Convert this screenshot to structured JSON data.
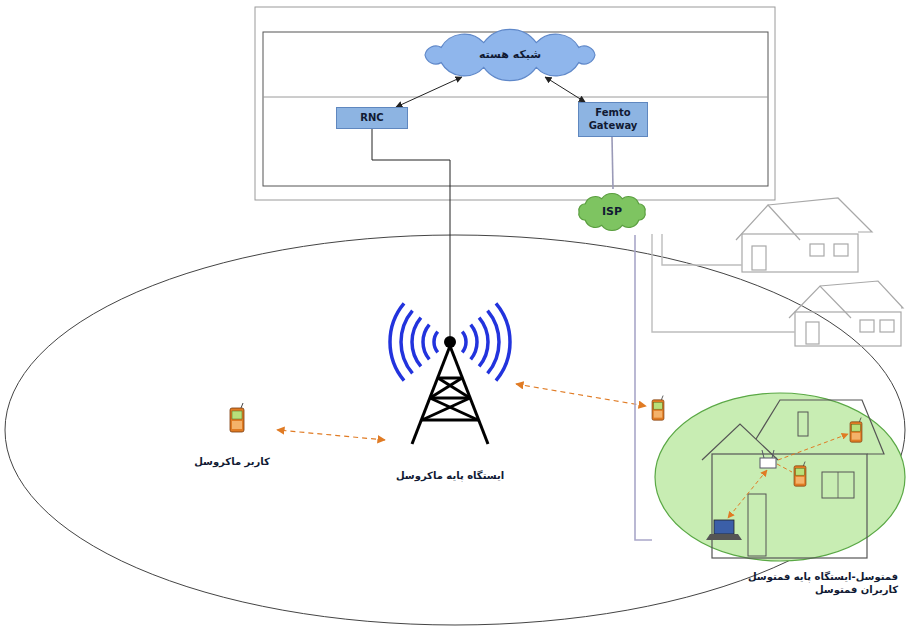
{
  "diagram": {
    "nodes": [
      {
        "text": [
          "شبکه هسته"
        ]
      },
      {
        "text": [
          "RNC"
        ]
      },
      {
        "text": [
          "Femto Gateway"
        ]
      },
      {
        "text": [
          "ISP"
        ]
      },
      {
        "text": [
          "کاربر ماکروسل"
        ]
      },
      {
        "text": [
          "ایستگاه پایه ماکروسل"
        ]
      },
      {
        "text": [
          "فمتوسل-ایستگاه پایه فمتوسل",
          "کاربران فمتوسل"
        ]
      }
    ],
    "edges": [
      {
        "from": 0,
        "to": 1,
        "arrow": "both"
      },
      {
        "from": 0,
        "to": 2,
        "arrow": "both"
      },
      {
        "from": 1,
        "to": 5,
        "arrow": "none"
      },
      {
        "from": 2,
        "to": 3,
        "arrow": "none"
      },
      {
        "from": 3,
        "to": 6,
        "arrow": "none"
      },
      {
        "from": 5,
        "to": 4,
        "arrow": "both"
      }
    ]
  }
}
